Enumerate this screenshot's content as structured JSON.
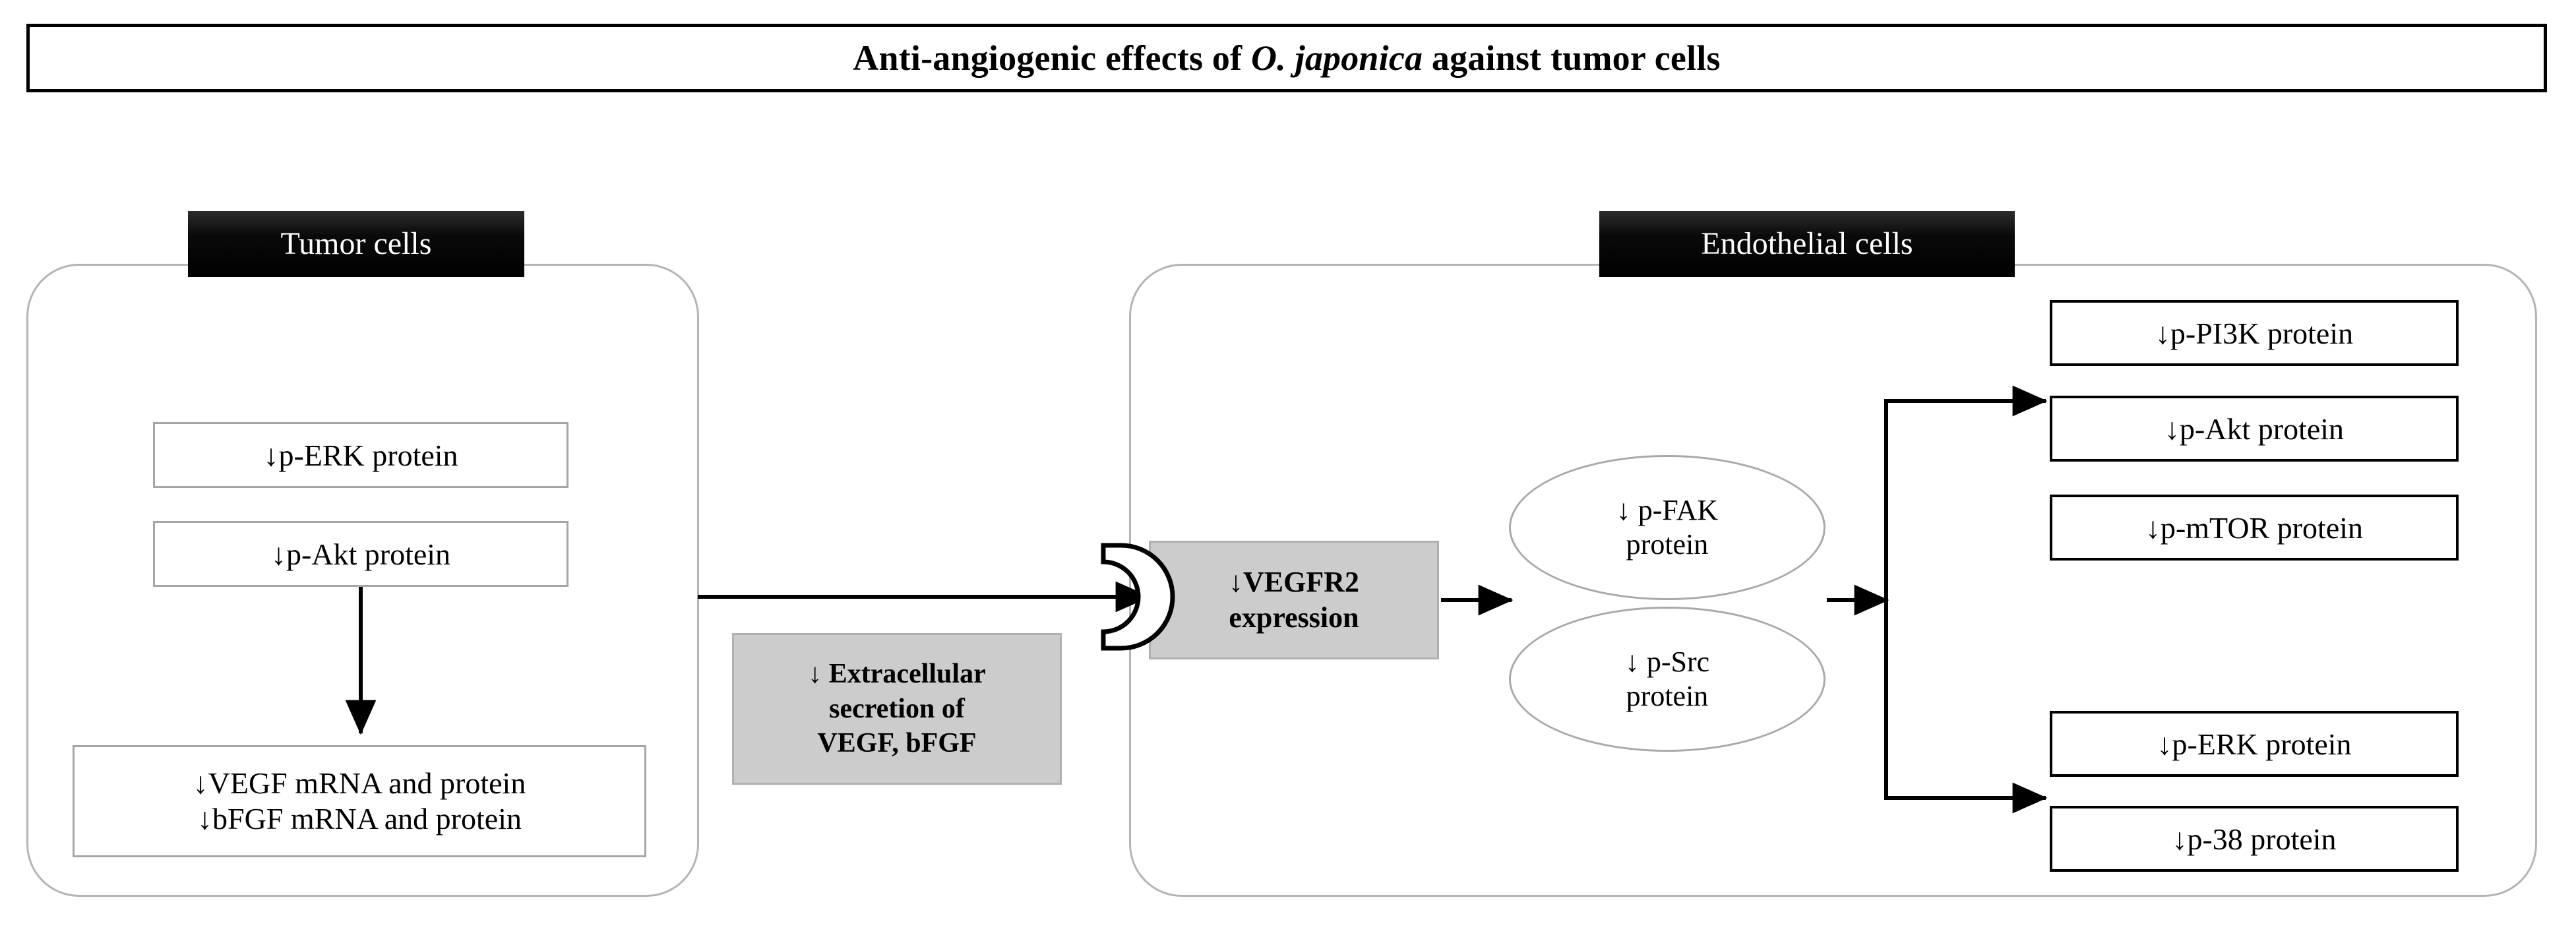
{
  "title": {
    "prefix": "Anti-angiogenic effects of ",
    "species": "O. japonica",
    "suffix": " against tumor cells"
  },
  "tumor_cell": {
    "header_label": "Tumor cells",
    "nodes": {
      "p_erk": "↓p-ERK protein",
      "p_akt": "↓p-Akt protein",
      "vegf_mrna": "↓VEGF mRNA and protein",
      "bfgf_mrna": "↓bFGF mRNA and protein"
    }
  },
  "extracellular": {
    "line1": "↓ Extracellular",
    "line2": "secretion of",
    "line3": "VEGF, bFGF"
  },
  "endothelial_cell": {
    "header_label": "Endothelial cells",
    "receptor_name": "vegfr2-receptor",
    "vegfr2": {
      "line1": "↓VEGFR2",
      "line2": "expression"
    },
    "ellipses": [
      {
        "line1": "↓ p-FAK",
        "line2": "protein"
      },
      {
        "line1": "↓ p-Src",
        "line2": "protein"
      }
    ],
    "upper_branch": [
      "↓p-PI3K protein",
      "↓p-Akt protein",
      "↓p-mTOR protein"
    ],
    "lower_branch": [
      "↓p-ERK protein",
      "↓p-38 protein"
    ]
  },
  "colors": {
    "background": "#ffffff",
    "ink": "#000000",
    "header_plaque": "#000000",
    "header_text": "#ffffff",
    "thin_border": "#a6a6a6",
    "cell_border": "#b4b4b4",
    "shaded_fill": "#cccccc",
    "shaded_border": "#b0b0b0"
  }
}
